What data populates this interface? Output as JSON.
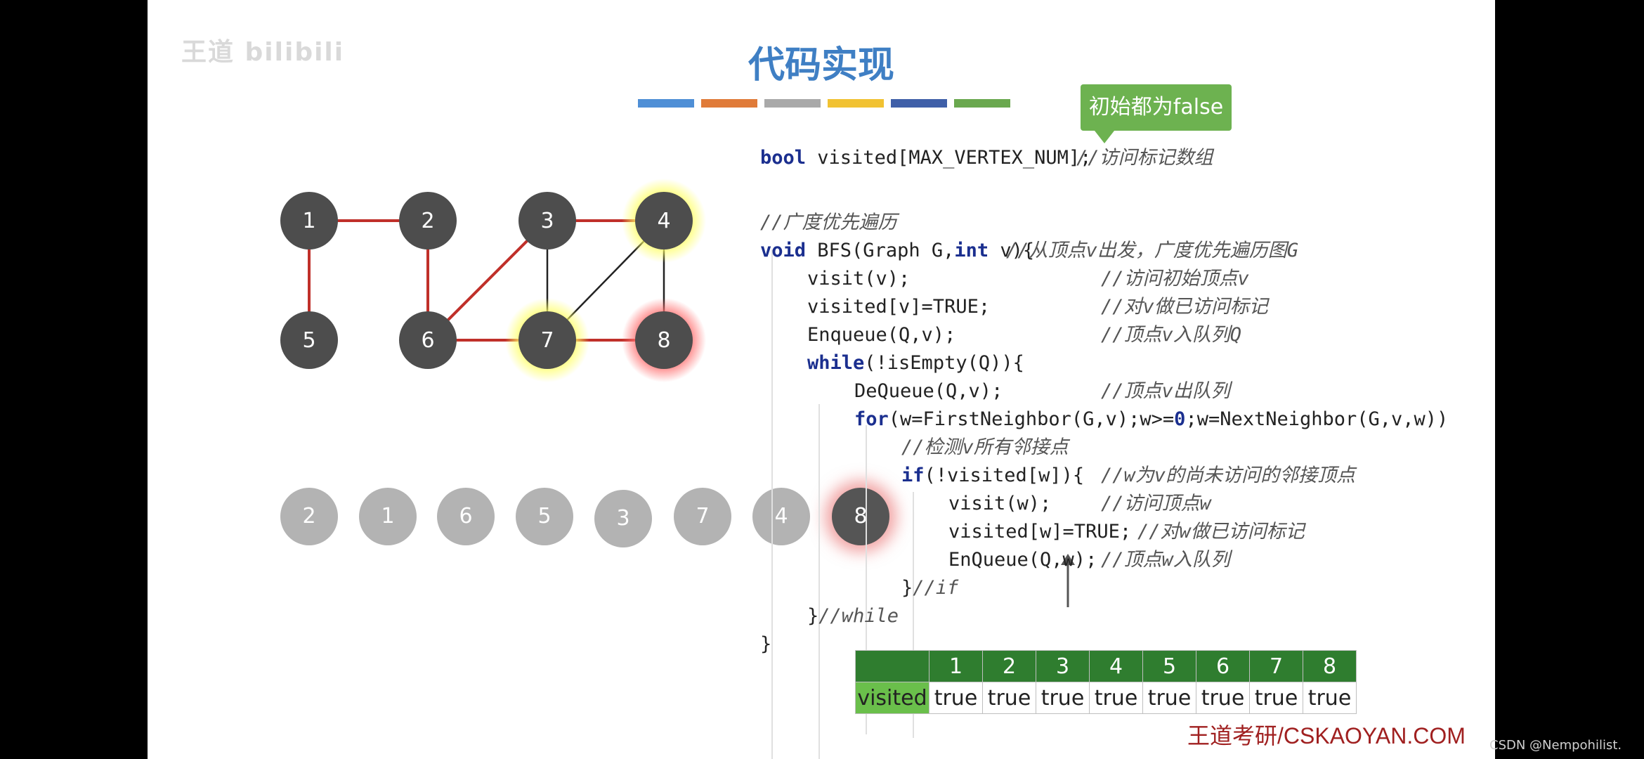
{
  "slide": {
    "title": "代码实现",
    "speech_bubble": "初始都为false",
    "brand_colors": [
      "#4f8fd6",
      "#e07b39",
      "#a9a9a9",
      "#f1c232",
      "#3f5fa8",
      "#6aa84f"
    ],
    "footer": "王道考研/CSKAOYAN.COM",
    "watermark": "CSDN @Nempohilist."
  },
  "graph": {
    "nodes": [
      {
        "id": "1",
        "label": "1",
        "highlight": "none"
      },
      {
        "id": "2",
        "label": "2",
        "highlight": "none"
      },
      {
        "id": "3",
        "label": "3",
        "highlight": "none"
      },
      {
        "id": "4",
        "label": "4",
        "highlight": "yellow"
      },
      {
        "id": "5",
        "label": "5",
        "highlight": "none"
      },
      {
        "id": "6",
        "label": "6",
        "highlight": "none"
      },
      {
        "id": "7",
        "label": "7",
        "highlight": "yellow"
      },
      {
        "id": "8",
        "label": "8",
        "highlight": "red"
      }
    ],
    "edges": [
      {
        "from": "1",
        "to": "2",
        "traversed": true
      },
      {
        "from": "1",
        "to": "5",
        "traversed": true
      },
      {
        "from": "2",
        "to": "6",
        "traversed": true
      },
      {
        "from": "3",
        "to": "4",
        "traversed": true
      },
      {
        "from": "6",
        "to": "3",
        "traversed": true
      },
      {
        "from": "6",
        "to": "7",
        "traversed": true
      },
      {
        "from": "7",
        "to": "8",
        "traversed": true
      },
      {
        "from": "3",
        "to": "7",
        "traversed": false
      },
      {
        "from": "4",
        "to": "7",
        "traversed": false
      },
      {
        "from": "4",
        "to": "8",
        "traversed": false
      }
    ]
  },
  "queue": {
    "items": [
      "2",
      "1",
      "6",
      "5",
      "3",
      "7",
      "4",
      "8"
    ],
    "active_index": 7
  },
  "code": {
    "lines": [
      {
        "kw": "bool",
        "text": " visited[MAX_VERTEX_NUM];",
        "comment": "//访问标记数组"
      },
      {
        "kw": "",
        "text": "",
        "comment": "//广度优先遍历"
      },
      {
        "kw": "void",
        "text": " BFS(Graph G,",
        "kw2": "int",
        "text2": " v){",
        "comment": "//从顶点v出发，广度优先遍历图G"
      },
      {
        "kw": "",
        "text": "visit(v);",
        "comment": "//访问初始顶点v"
      },
      {
        "kw": "",
        "text": "visited[v]=TRUE;",
        "comment": "//对v做已访问标记"
      },
      {
        "kw": "",
        "text": "Enqueue(Q,v);",
        "comment": "//顶点v入队列Q"
      },
      {
        "kw": "while",
        "text": "(!isEmpty(Q)){",
        "comment": ""
      },
      {
        "kw": "",
        "text": "DeQueue(Q,v);",
        "comment": "//顶点v出队列"
      },
      {
        "kw": "for",
        "text": "(w=FirstNeighbor(G,v);w>=",
        "num": "0",
        "text2": ";w=NextNeighbor(G,v,w))",
        "comment": ""
      },
      {
        "kw": "",
        "text": "",
        "comment": "//检测v所有邻接点"
      },
      {
        "kw": "if",
        "text": "(!visited[w]){",
        "comment": "//w为v的尚未访问的邻接顶点"
      },
      {
        "kw": "",
        "text": "visit(w);",
        "comment": "//访问顶点w"
      },
      {
        "kw": "",
        "text": "visited[w]=TRUE;",
        "comment": "//对w做已访问标记"
      },
      {
        "kw": "",
        "text": "EnQueue(Q,w);",
        "comment": "//顶点w入队列"
      },
      {
        "kw": "",
        "text": "}",
        "comment": "//if"
      },
      {
        "kw": "",
        "text": "}",
        "comment": "//while"
      },
      {
        "kw": "",
        "text": "}",
        "comment": ""
      }
    ]
  },
  "visited_table": {
    "row_label": "visited",
    "headers": [
      "1",
      "2",
      "3",
      "4",
      "5",
      "6",
      "7",
      "8"
    ],
    "values": [
      "true",
      "true",
      "true",
      "true",
      "true",
      "true",
      "true",
      "true"
    ]
  }
}
